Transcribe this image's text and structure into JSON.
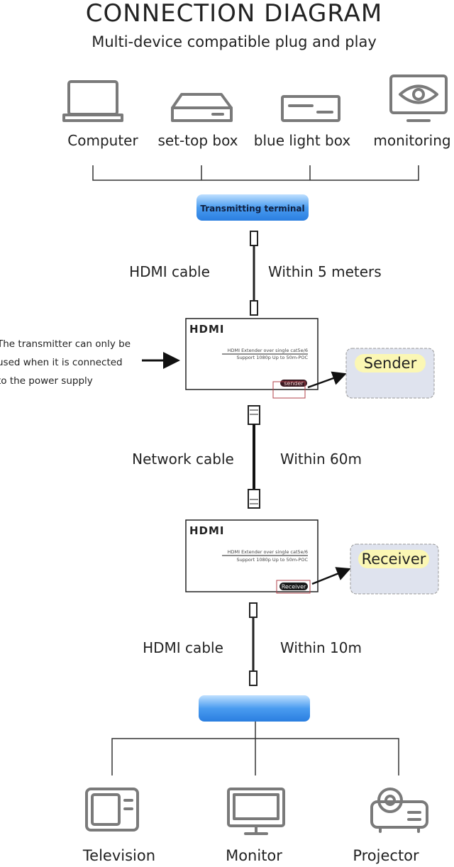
{
  "title": "CONNECTION DIAGRAM",
  "subtitle": "Multi-device compatible plug and play",
  "sources": [
    {
      "label": "Computer",
      "icon": "laptop-icon"
    },
    {
      "label": "set-top box",
      "icon": "set-top-box-icon"
    },
    {
      "label": "blue light box",
      "icon": "blu-ray-player-icon"
    },
    {
      "label": "monitoring",
      "icon": "surveillance-eye-icon"
    }
  ],
  "transmitting_terminal": "Transmitting terminal",
  "hdmi_in": {
    "label": "HDMI cable",
    "distance": "Within 5 meters"
  },
  "sender_unit": {
    "logo": "HDMI",
    "line1": "HDMI Extender over single cat5e/6",
    "line2": "Support 1080p Up to 50m-POC",
    "badge": "sender",
    "callout": "Sender"
  },
  "power_note": [
    "The transmitter can only be",
    "used when it is connected",
    "to the power supply"
  ],
  "network": {
    "label": "Network cable",
    "distance": "Within 60m"
  },
  "receiver_unit": {
    "logo": "HDMI",
    "line1": "HDMI Extender over single cat5e/6",
    "line2": "Support 1080p Up to 50m-POC",
    "badge": "Receiver",
    "callout": "Receiver"
  },
  "hdmi_out": {
    "label": "HDMI cable",
    "distance": "Within 10m"
  },
  "outputs": [
    {
      "label": "Television",
      "icon": "television-icon"
    },
    {
      "label": "Monitor",
      "icon": "monitor-icon"
    },
    {
      "label": "Projector",
      "icon": "projector-icon"
    }
  ],
  "colors": {
    "terminal_blue": "#3a8ee8",
    "callout_bg": "#dfe3ee",
    "callout_highlight": "#fbf7b4",
    "badge_red": "#b0404a"
  }
}
